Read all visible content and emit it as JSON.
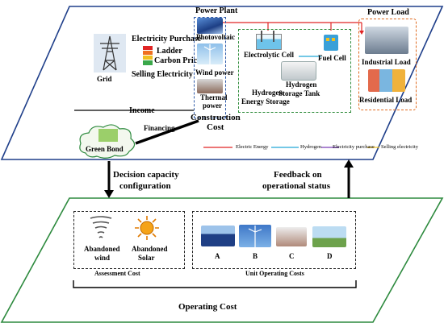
{
  "colors": {
    "upper_outline": "#1f3f8a",
    "lower_outline": "#2d8a3e",
    "electric_energy": "#e02424",
    "hydrogen": "#22a6d6",
    "electricity_purchase": "#7a3fb8",
    "selling_electricity": "#f0c020",
    "power_plant_box": "#2e5aa8",
    "hydrogen_box": "#2e8b3a",
    "power_load_box": "#e06a1f"
  },
  "upper": {
    "grid": "Grid",
    "electricity_purchase": "Electricity Purchase",
    "ladder": "Ladder",
    "carbon_price": "Carbon Price",
    "selling_electricity": "Selling Electricity",
    "power_plant": "Power Plant",
    "photovoltaic": "Photovoltaic",
    "wind_power": "Wind power",
    "thermal": "Thermal",
    "thermal_power": "power",
    "electrolytic_cell": "Electrolytic Cell",
    "fuel_cell": "Fuel Cell",
    "hydrogen": "Hydrogen",
    "energy_storage": "Energy Storage",
    "hydrogen_storage_tank_1": "Hydrogen",
    "hydrogen_storage_tank_2": "Storage Tank",
    "power_load": "Power Load",
    "industrial_load": "Industrial Load",
    "residential_load": "Residential Load",
    "income": "Income",
    "construction": "Construction",
    "cost": "Cost",
    "financing": "Financing",
    "green_bond": "Green Bond"
  },
  "legend": {
    "electric_energy": "Electric Energy",
    "hydrogen": "Hydrogen",
    "electricity_purchase": "Electricity purchase",
    "selling_electricity": "Selling electricity"
  },
  "middle": {
    "decision_1": "Decision capacity",
    "decision_2": "configuration",
    "feedback_1": "Feedback on",
    "feedback_2": "operational status"
  },
  "lower": {
    "abandoned": "Abandoned",
    "wind": "wind",
    "abandoned_solar": "Abandoned",
    "solar": "Solar",
    "assessment_cost": "Assessment Cost",
    "unit_a": "A",
    "unit_b": "B",
    "unit_c": "C",
    "unit_d": "D",
    "unit_operating_costs": "Unit Operating Costs",
    "operating_cost": "Operating Cost"
  }
}
